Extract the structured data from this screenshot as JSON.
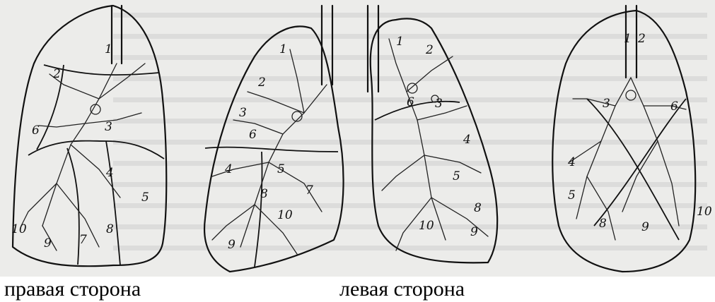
{
  "captions": {
    "right_side": "правая сторона",
    "left_side": "левая сторона"
  },
  "views": [
    {
      "id": "right-lateral",
      "labels": [
        "1",
        "2",
        "3",
        "4",
        "5",
        "6",
        "7",
        "8",
        "9",
        "10"
      ]
    },
    {
      "id": "left-lateral",
      "labels": [
        "1",
        "2",
        "3",
        "4",
        "5",
        "6",
        "7",
        "8",
        "9",
        "10"
      ]
    },
    {
      "id": "right-medial",
      "labels": [
        "1",
        "2",
        "3",
        "4",
        "5",
        "6",
        "8",
        "9",
        "10"
      ]
    },
    {
      "id": "left-medial",
      "labels": [
        "1",
        "2",
        "3",
        "4",
        "5",
        "6",
        "8",
        "9",
        "10"
      ]
    }
  ]
}
